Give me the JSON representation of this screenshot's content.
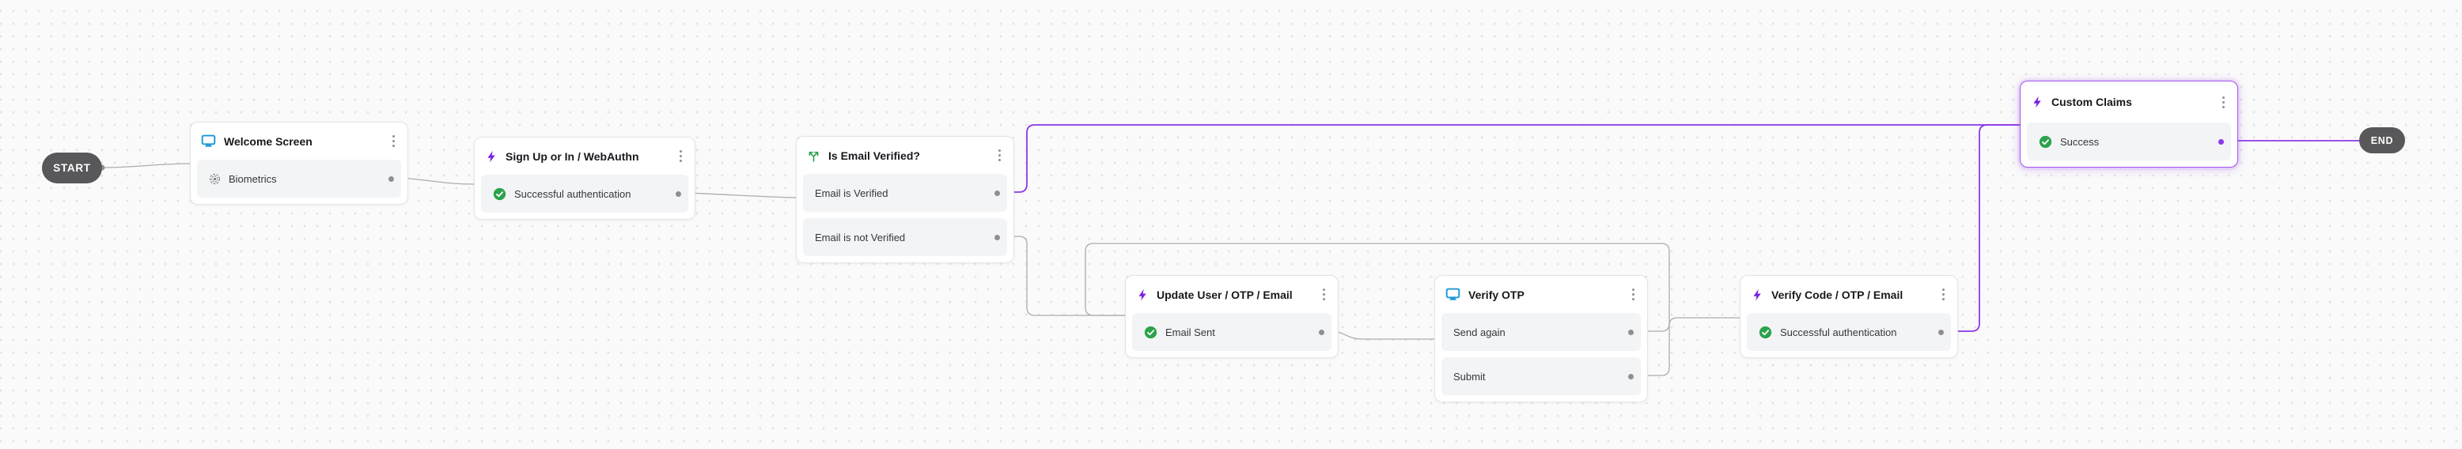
{
  "flow": {
    "start": {
      "label": "START"
    },
    "end": {
      "label": "END"
    },
    "colors": {
      "accent_purple": "#8b39e8",
      "screen_blue": "#1798d5",
      "success_green": "#2ca24c",
      "connector_gray": "#acacac",
      "selected_border": "#a355ec",
      "terminal_pill": "#58585a"
    },
    "nodes": [
      {
        "title": "Welcome Screen",
        "type_icon": "screen-icon",
        "outputs": [
          {
            "label": "Biometrics",
            "icon": "fingerprint-icon"
          }
        ]
      },
      {
        "title": "Sign Up or In / WebAuthn",
        "type_icon": "action-icon",
        "outputs": [
          {
            "label": "Successful authentication",
            "icon": "check-icon"
          }
        ]
      },
      {
        "title": "Is Email Verified?",
        "type_icon": "condition-icon",
        "outputs": [
          {
            "label": "Email is Verified"
          },
          {
            "label": "Email is not Verified"
          }
        ]
      },
      {
        "title": "Update User / OTP / Email",
        "type_icon": "action-icon",
        "outputs": [
          {
            "label": "Email Sent",
            "icon": "check-icon"
          }
        ]
      },
      {
        "title": "Verify OTP",
        "type_icon": "screen-icon",
        "outputs": [
          {
            "label": "Send again"
          },
          {
            "label": "Submit"
          }
        ]
      },
      {
        "title": "Verify Code / OTP / Email",
        "type_icon": "action-icon",
        "outputs": [
          {
            "label": "Successful authentication",
            "icon": "check-icon"
          }
        ]
      },
      {
        "title": "Custom Claims",
        "type_icon": "action-icon",
        "selected": true,
        "outputs": [
          {
            "label": "Success",
            "icon": "check-icon"
          }
        ]
      }
    ]
  }
}
